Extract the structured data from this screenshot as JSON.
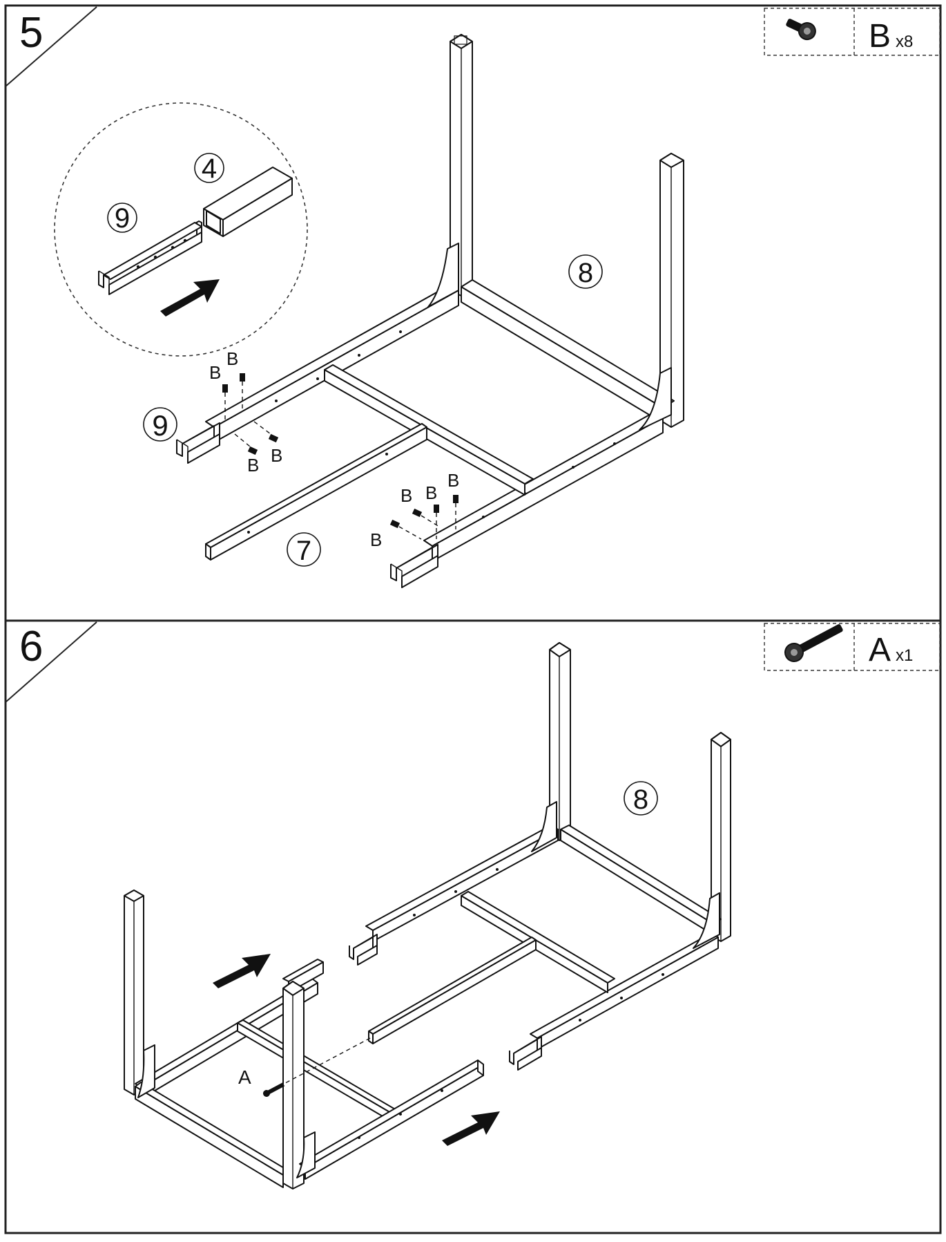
{
  "steps": [
    {
      "number": "5",
      "hardware": {
        "letter": "B",
        "qty": "x8",
        "icon": "short-bolt-icon"
      },
      "callouts": {
        "detail_a": "4",
        "detail_b": "9",
        "leg_frame": "8",
        "rail_end": "9",
        "cross_beam": "7"
      },
      "screw_labels": [
        "B",
        "B",
        "B",
        "B",
        "B",
        "B",
        "B",
        "B"
      ]
    },
    {
      "number": "6",
      "hardware": {
        "letter": "A",
        "qty": "x1",
        "icon": "long-bolt-icon"
      },
      "callouts": {
        "leg_frame": "8"
      },
      "screw_labels": [
        "A"
      ]
    }
  ]
}
